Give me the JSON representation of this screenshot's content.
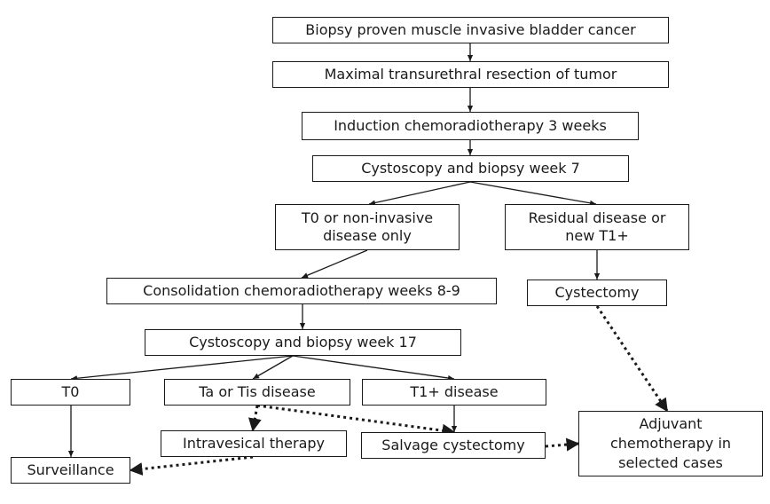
{
  "flowchart": {
    "nodes": {
      "biopsy": "Biopsy proven muscle invasive bladder cancer",
      "turbt": "Maximal transurethral resection of tumor",
      "induction": "Induction chemoradiotherapy 3 weeks",
      "cysto7": "Cystoscopy and biopsy week 7",
      "t0_noninvasive": "T0 or non-invasive\ndisease only",
      "residual": "Residual disease or\nnew T1+",
      "consolidation": "Consolidation chemoradiotherapy weeks 8-9",
      "cystectomy": "Cystectomy",
      "cysto17": "Cystoscopy and biopsy week 17",
      "t0": "T0",
      "ta_tis": "Ta or Tis disease",
      "t1plus": "T1+ disease",
      "intravesical": "Intravesical therapy",
      "salvage": "Salvage cystectomy",
      "adjuvant": "Adjuvant\nchemotherapy  in\nselected cases",
      "surveillance": "Surveillance"
    },
    "edges": [
      {
        "from": "biopsy",
        "to": "turbt",
        "style": "solid"
      },
      {
        "from": "turbt",
        "to": "induction",
        "style": "solid"
      },
      {
        "from": "induction",
        "to": "cysto7",
        "style": "solid"
      },
      {
        "from": "cysto7",
        "to": "t0_noninvasive",
        "style": "solid"
      },
      {
        "from": "cysto7",
        "to": "residual",
        "style": "solid"
      },
      {
        "from": "t0_noninvasive",
        "to": "consolidation",
        "style": "solid"
      },
      {
        "from": "residual",
        "to": "cystectomy",
        "style": "solid"
      },
      {
        "from": "consolidation",
        "to": "cysto17",
        "style": "solid"
      },
      {
        "from": "cysto17",
        "to": "t0",
        "style": "solid"
      },
      {
        "from": "cysto17",
        "to": "ta_tis",
        "style": "solid"
      },
      {
        "from": "cysto17",
        "to": "t1plus",
        "style": "solid"
      },
      {
        "from": "t0",
        "to": "surveillance",
        "style": "solid"
      },
      {
        "from": "t1plus",
        "to": "salvage",
        "style": "solid"
      },
      {
        "from": "ta_tis",
        "to": "intravesical",
        "style": "dotted"
      },
      {
        "from": "ta_tis",
        "to": "salvage",
        "style": "dotted"
      },
      {
        "from": "intravesical",
        "to": "surveillance",
        "style": "dotted"
      },
      {
        "from": "salvage",
        "to": "adjuvant",
        "style": "dotted"
      },
      {
        "from": "cystectomy",
        "to": "adjuvant",
        "style": "dotted"
      }
    ]
  },
  "colors": {
    "stroke": "#1a1a1a",
    "background": "#ffffff"
  }
}
